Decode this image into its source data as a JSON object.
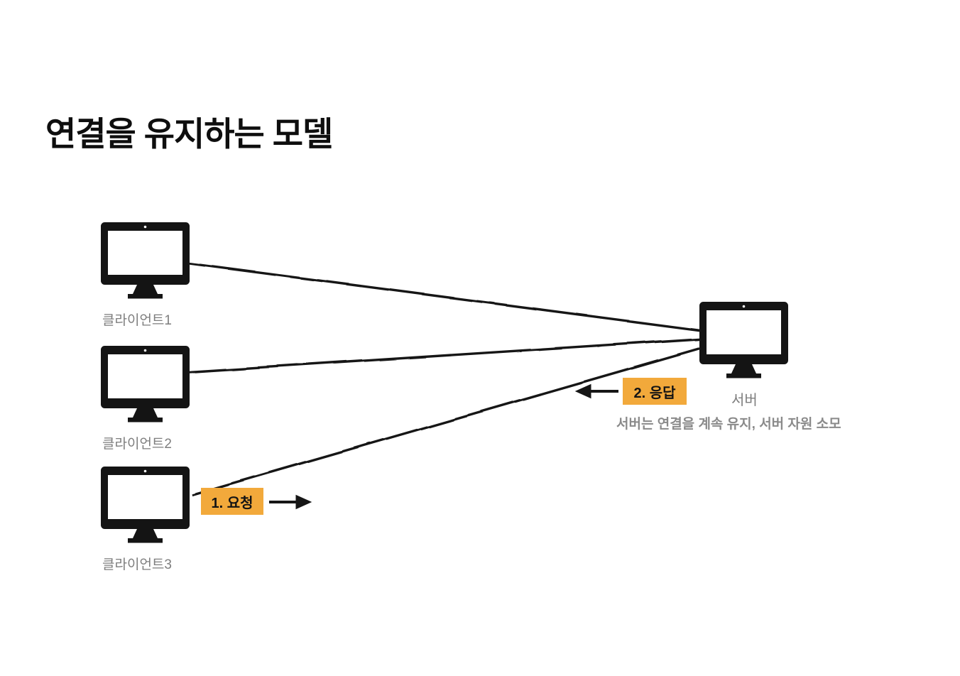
{
  "title": "연결을 유지하는 모델",
  "clients": [
    {
      "label": "클라이언트1"
    },
    {
      "label": "클라이언트2"
    },
    {
      "label": "클라이언트3"
    }
  ],
  "server": {
    "label": "서버"
  },
  "flow": {
    "request_badge": "1. 요청",
    "response_badge": "2. 응답",
    "note": "서버는 연결을 계속 유지, 서버 자원 소모"
  },
  "icons": {
    "client_1": "monitor-icon",
    "client_2": "monitor-icon",
    "client_3": "monitor-icon",
    "server": "monitor-icon"
  },
  "colors": {
    "background": "#ffffff",
    "badge_bg": "#F2A93B",
    "line": "#161616",
    "label_gray": "#7e7e7e",
    "note_gray": "#8a8a8a",
    "title_black": "#0e0e0e"
  }
}
